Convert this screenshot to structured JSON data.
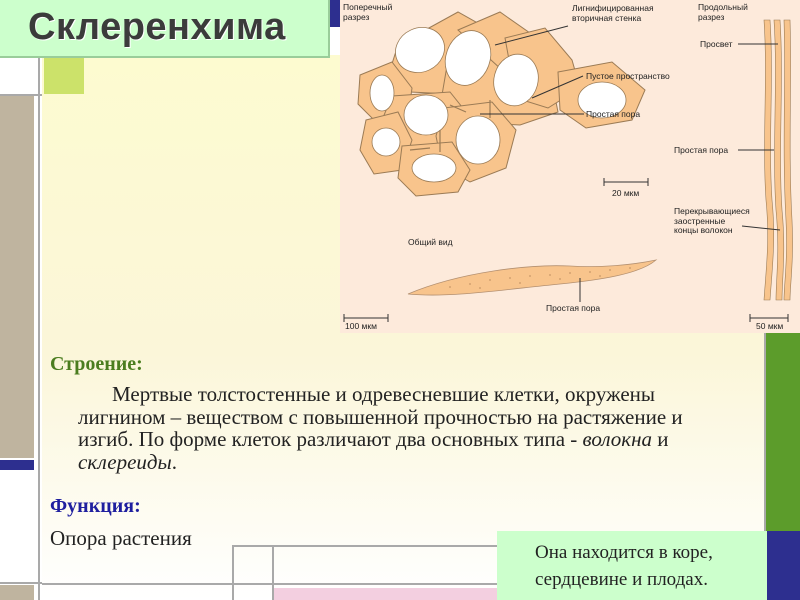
{
  "slide": {
    "title": "Склеренхима",
    "structure_heading": "Строение:",
    "structure_text_1": "Мертвые толстостенные и одревесневшие клетки, окружены лигнином – веществом с повышенной прочностью на растяжение и изгиб.  По форме клеток различают два основных типа - ",
    "structure_term_fibers": "волокна",
    "structure_conj": " и ",
    "structure_term_sclereids": "склереиды",
    "structure_end": ".",
    "function_heading": "Функция:",
    "function_text": "Опора растения",
    "note_text": "Она находится в коре, сердцевине и плодах."
  },
  "diagram": {
    "labels": {
      "cross_section": "Поперечный\nразрез",
      "lignified_wall": "Лигнифицированная\nвторичная стенка",
      "longitudinal_section": "Продольный\nразрез",
      "lumen_right": "Просвет",
      "empty_space": "Пустое пространство",
      "simple_pore_1": "Простая пора",
      "simple_pore_2": "Простая пора",
      "scale_20": "20 мкм",
      "overlapping_ends": "Перекрывающиеся\nзаостренные\nконцы волокон",
      "general_view": "Общий вид",
      "simple_pore_3": "Простая пора",
      "scale_100": "100 мкм",
      "scale_50": "50 мкм"
    }
  },
  "colors": {
    "title_bg": "#ccffcc",
    "heading_structure": "#4b7d1f",
    "heading_function": "#1f1f9f",
    "cell_wall": "#f8c48c",
    "cell_outline": "#9b7b55",
    "deco_olive": "#cce26a",
    "deco_navy": "#2d2f8f",
    "deco_brown": "#bfb49f",
    "deco_green": "#5c9c2b"
  }
}
